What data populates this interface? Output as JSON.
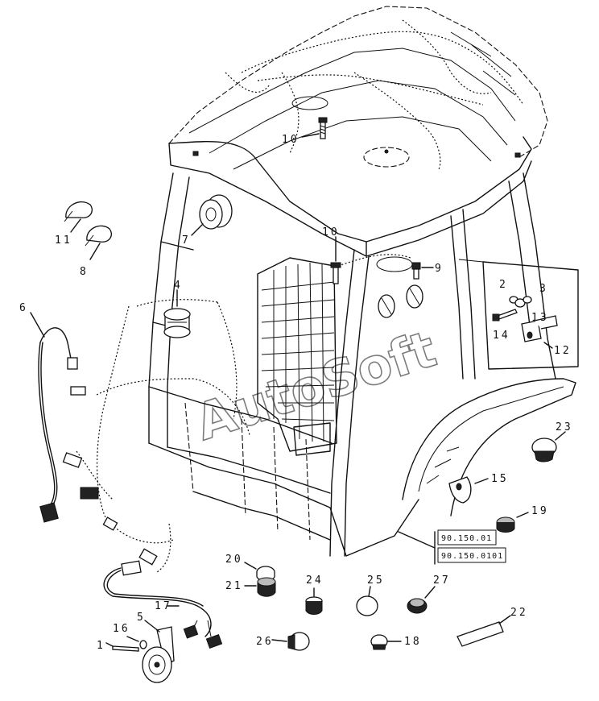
{
  "watermark": "AutoSoft",
  "callouts": [
    "1",
    "2",
    "3",
    "4",
    "5",
    "6",
    "7",
    "8",
    "9",
    "10",
    "10",
    "11",
    "12",
    "13",
    "14",
    "15",
    "16",
    "17",
    "18",
    "19",
    "20",
    "21",
    "22",
    "23",
    "24",
    "25",
    "26",
    "27"
  ],
  "references": [
    "90.150.01",
    "90.150.0101"
  ]
}
